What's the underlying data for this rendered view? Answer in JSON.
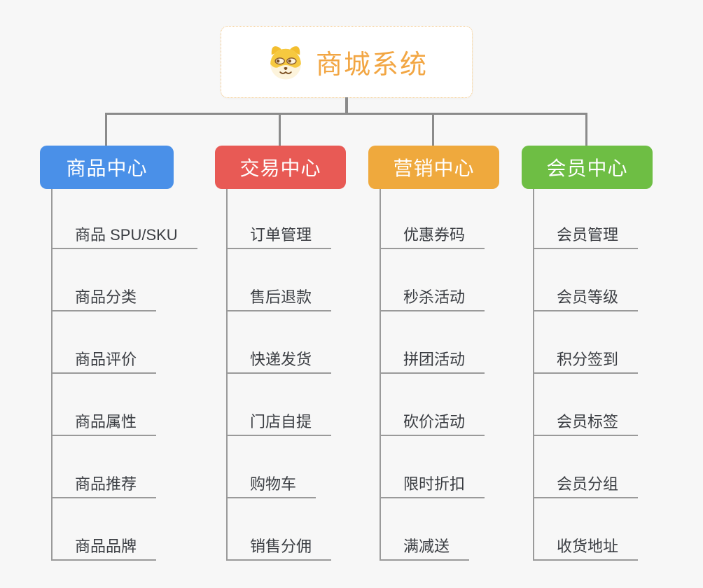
{
  "root": {
    "title": "商城系统",
    "icon": "shiba-dog-icon"
  },
  "branches": [
    {
      "label": "商品中心",
      "color": "#4a90e8",
      "items": [
        "商品 SPU/SKU",
        "商品分类",
        "商品评价",
        "商品属性",
        "商品推荐",
        "商品品牌"
      ]
    },
    {
      "label": "交易中心",
      "color": "#e85a55",
      "items": [
        "订单管理",
        "售后退款",
        "快递发货",
        "门店自提",
        "购物车",
        "销售分佣"
      ]
    },
    {
      "label": "营销中心",
      "color": "#efa93d",
      "items": [
        "优惠券码",
        "秒杀活动",
        "拼团活动",
        "砍价活动",
        "限时折扣",
        "满减送"
      ]
    },
    {
      "label": "会员中心",
      "color": "#6ebe44",
      "items": [
        "会员管理",
        "会员等级",
        "积分签到",
        "会员标签",
        "会员分组",
        "收货地址"
      ]
    }
  ],
  "palette": {
    "background": "#f7f7f7",
    "root_text": "#f2a643",
    "root_border": "#f2c684",
    "connector": "#8b8b8b",
    "item_line": "#9a9a9a",
    "item_text": "#3a3d42"
  }
}
